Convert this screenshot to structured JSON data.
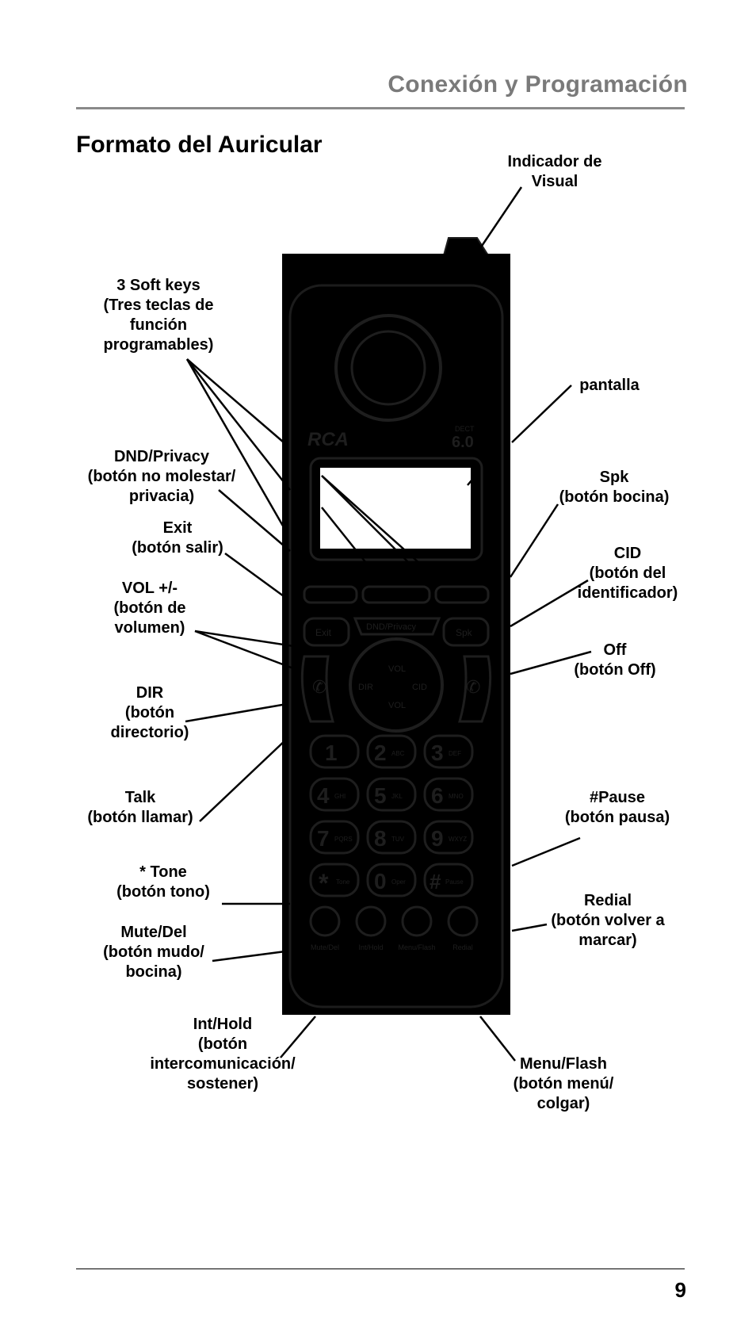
{
  "header": {
    "title": "Conexión y Programación"
  },
  "section_title": "Formato del Auricular",
  "page_number": "9",
  "phone": {
    "brand": "RCA",
    "model": "6.0",
    "model_small": "DECT",
    "keys": {
      "exit": "Exit",
      "dnd": "DND/Privacy",
      "spk": "Spk",
      "vol_up": "VOL",
      "vol_down": "VOL",
      "dir": "DIR",
      "cid": "CID",
      "k1": "1",
      "k2": "2",
      "k3": "3",
      "k4": "4",
      "k5": "5",
      "k6": "6",
      "k7": "7",
      "k8": "8",
      "k9": "9",
      "kstar": "*",
      "k0": "0",
      "khash": "#",
      "k2_sub": "ABC",
      "k3_sub": "DEF",
      "k4_sub": "GHI",
      "k5_sub": "JKL",
      "k6_sub": "MNO",
      "k7_sub": "PQRS",
      "k8_sub": "TUV",
      "k9_sub": "WXYZ",
      "kstar_sub": "Tone",
      "k0_sub": "Oper",
      "khash_sub": "Pause",
      "mute_del": "Mute/Del",
      "int_hold": "Int/Hold",
      "menu_flash": "Menu/Flash",
      "redial": "Redial"
    }
  },
  "callouts": {
    "indicador": [
      "Indicador de",
      "Visual"
    ],
    "soft_keys": [
      "3 Soft keys",
      "(Tres teclas de",
      "función",
      "programables)"
    ],
    "pantalla": [
      "pantalla"
    ],
    "dnd": [
      "DND/Privacy",
      "(botón no molestar/",
      "privacia)"
    ],
    "spk": [
      "Spk",
      "(botón bocina)"
    ],
    "exit": [
      "Exit",
      "(botón salir)"
    ],
    "cid": [
      "CID",
      "(botón del",
      "identificador)"
    ],
    "vol": [
      "VOL +/-",
      "(botón de",
      "volumen)"
    ],
    "off": [
      "Off",
      "(botón Off)"
    ],
    "dir": [
      "DIR",
      "(botón",
      "directorio)"
    ],
    "talk": [
      "Talk",
      "(botón llamar)"
    ],
    "pause": [
      "#Pause",
      "(botón pausa)"
    ],
    "tone": [
      "* Tone",
      "(botón tono)"
    ],
    "redial": [
      "Redial",
      "(botón volver a",
      "marcar)"
    ],
    "mute": [
      "Mute/Del",
      "(botón mudo/",
      "bocina)"
    ],
    "int_hold": [
      "Int/Hold",
      "(botón",
      "intercomunicación/",
      "sostener)"
    ],
    "menu_flash": [
      "Menu/Flash",
      "(botón menú/",
      "colgar)"
    ]
  }
}
